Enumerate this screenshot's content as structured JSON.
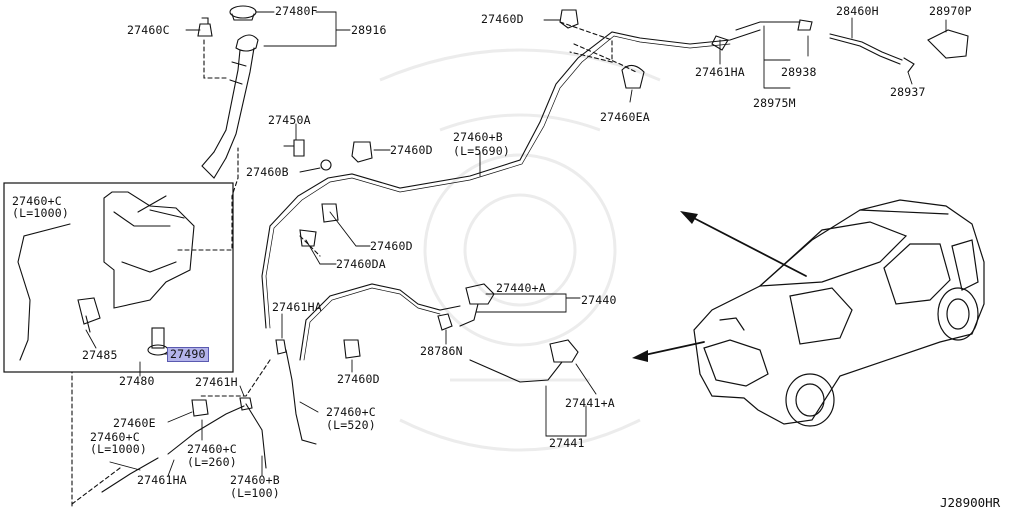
{
  "diagram": {
    "reference_code": "J28900HR",
    "highlight_color": "#b3b3ea",
    "labels": [
      {
        "id": "p27460c_top",
        "text": "27460C"
      },
      {
        "id": "p27480f",
        "text": "27480F"
      },
      {
        "id": "p28916",
        "text": "28916"
      },
      {
        "id": "p27460d_top",
        "text": "27460D"
      },
      {
        "id": "p27461ha_top",
        "text": "27461HA"
      },
      {
        "id": "p28938",
        "text": "28938"
      },
      {
        "id": "p28975m",
        "text": "28975M"
      },
      {
        "id": "p28460h",
        "text": "28460H"
      },
      {
        "id": "p28970p",
        "text": "28970P"
      },
      {
        "id": "p28937",
        "text": "28937"
      },
      {
        "id": "p27460ea",
        "text": "27460EA"
      },
      {
        "id": "p27450a",
        "text": "27450A"
      },
      {
        "id": "p27460d_mid",
        "text": "27460D"
      },
      {
        "id": "p27460b_mid",
        "text": "27460+B"
      },
      {
        "id": "p_l5690",
        "text": "(L=5690)"
      },
      {
        "id": "p27460b",
        "text": "27460B"
      },
      {
        "id": "p27460c_box",
        "text": "27460+C"
      },
      {
        "id": "p_l1000_box",
        "text": "(L=1000)"
      },
      {
        "id": "p27460d_b",
        "text": "27460D"
      },
      {
        "id": "p27460da",
        "text": "27460DA"
      },
      {
        "id": "p27440a",
        "text": "27440+A"
      },
      {
        "id": "p27440",
        "text": "27440"
      },
      {
        "id": "p27461ha_mid",
        "text": "27461HA"
      },
      {
        "id": "p28786n",
        "text": "28786N"
      },
      {
        "id": "p27485",
        "text": "27485"
      },
      {
        "id": "p27490",
        "text": "27490"
      },
      {
        "id": "p27460d_low",
        "text": "27460D"
      },
      {
        "id": "p27480",
        "text": "27480"
      },
      {
        "id": "p27461h",
        "text": "27461H"
      },
      {
        "id": "p27441a",
        "text": "27441+A"
      },
      {
        "id": "p27460e",
        "text": "27460E"
      },
      {
        "id": "p27460c_mid",
        "text": "27460+C"
      },
      {
        "id": "p_l520",
        "text": "(L=520)"
      },
      {
        "id": "p27441",
        "text": "27441"
      },
      {
        "id": "p27460c_low",
        "text": "27460+C"
      },
      {
        "id": "p_l1000_low",
        "text": "(L=1000)"
      },
      {
        "id": "p27460c_260",
        "text": "27460+C"
      },
      {
        "id": "p_l260",
        "text": "(L=260)"
      },
      {
        "id": "p27461ha_low",
        "text": "27461HA"
      },
      {
        "id": "p27460b_low",
        "text": "27460+B"
      },
      {
        "id": "p_l100",
        "text": "(L=100)"
      }
    ]
  }
}
